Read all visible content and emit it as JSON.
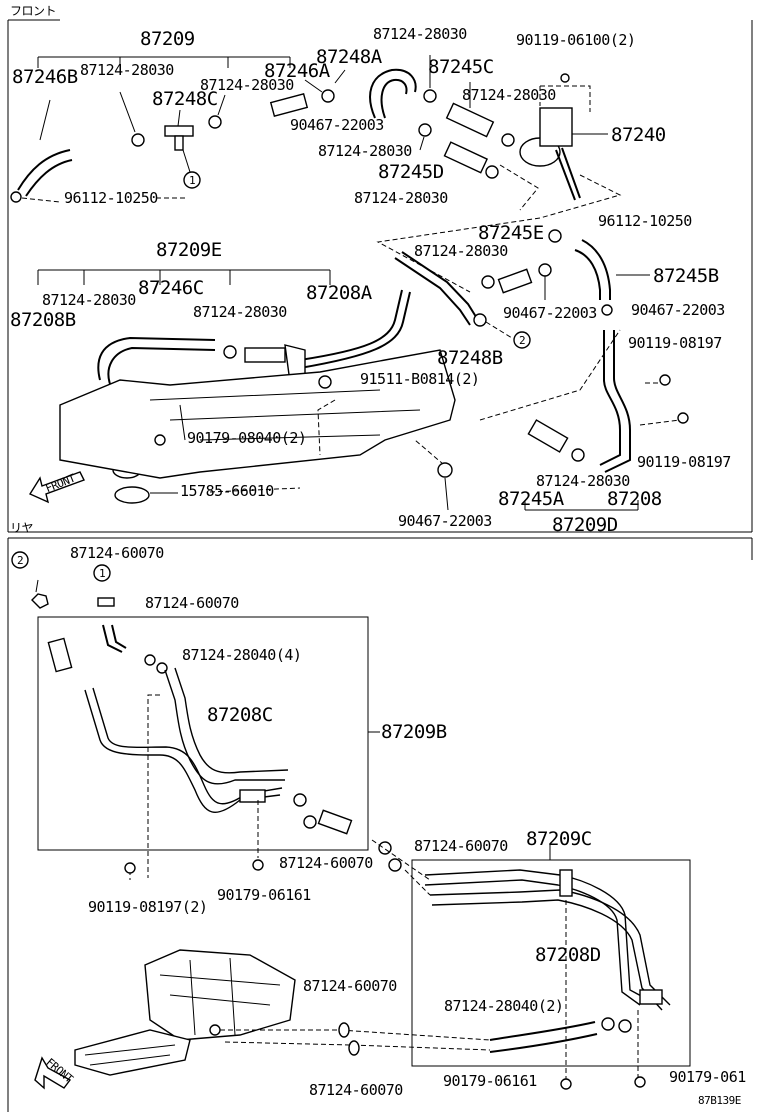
{
  "sections": {
    "front": "フロント",
    "rear": "リヤ"
  },
  "front_arrow": "FRONT",
  "image_code": "87B139E",
  "circle_markers": [
    "1",
    "2"
  ],
  "labels": {
    "p87209": "87209",
    "p87246B": "87246B",
    "p87124_a": "87124-28030",
    "p87124_b": "87124-28030",
    "p87248C": "87248C",
    "p87246A": "87246A",
    "p87248A": "87248A",
    "p87124_c": "87124-28030",
    "p87245C": "87245C",
    "p90119_06100": "90119-06100(2)",
    "p87124_d": "87124-28030",
    "p90467_a": "90467-22003",
    "p87240": "87240",
    "p87124_e": "87124-28030",
    "p87245D": "87245D",
    "p87124_f": "87124-28030",
    "p96112_a": "96112-10250",
    "p87245E": "87245E",
    "p96112_b": "96112-10250",
    "p87209E": "87209E",
    "p87124_g": "87124-28030",
    "p87245B": "87245B",
    "p87246C": "87246C",
    "p87208A": "87208A",
    "p87124_h": "87124-28030",
    "p90467_b": "90467-22003",
    "p90467_c": "90467-22003",
    "p87208B": "87208B",
    "p87124_i": "87124-28030",
    "p90119_08197_a": "90119-08197",
    "p87248B": "87248B",
    "p91511": "91511-B0814(2)",
    "p90179_08040": "90179-08040(2)",
    "p90119_08197_b": "90119-08197",
    "p87124_j": "87124-28030",
    "p15785": "15785-66010",
    "p87245A": "87245A",
    "p87208": "87208",
    "p90467_d": "90467-22003",
    "p87209D": "87209D",
    "r87124_60070_a": "87124-60070",
    "r87124_60070_b": "87124-60070",
    "r87124_28040_4": "87124-28040(4)",
    "r87208C": "87208C",
    "r87209B": "87209B",
    "r87124_60070_c": "87124-60070",
    "r87209C": "87209C",
    "r87124_60070_d": "87124-60070",
    "r90119_08197_2": "90119-08197(2)",
    "r90179_06161_a": "90179-06161",
    "r87208D": "87208D",
    "r87124_60070_e": "87124-60070",
    "r87124_28040_2": "87124-28040(2)",
    "r87124_60070_f": "87124-60070",
    "r90179_06161_b": "90179-06161",
    "r90179_061": "90179-061"
  }
}
